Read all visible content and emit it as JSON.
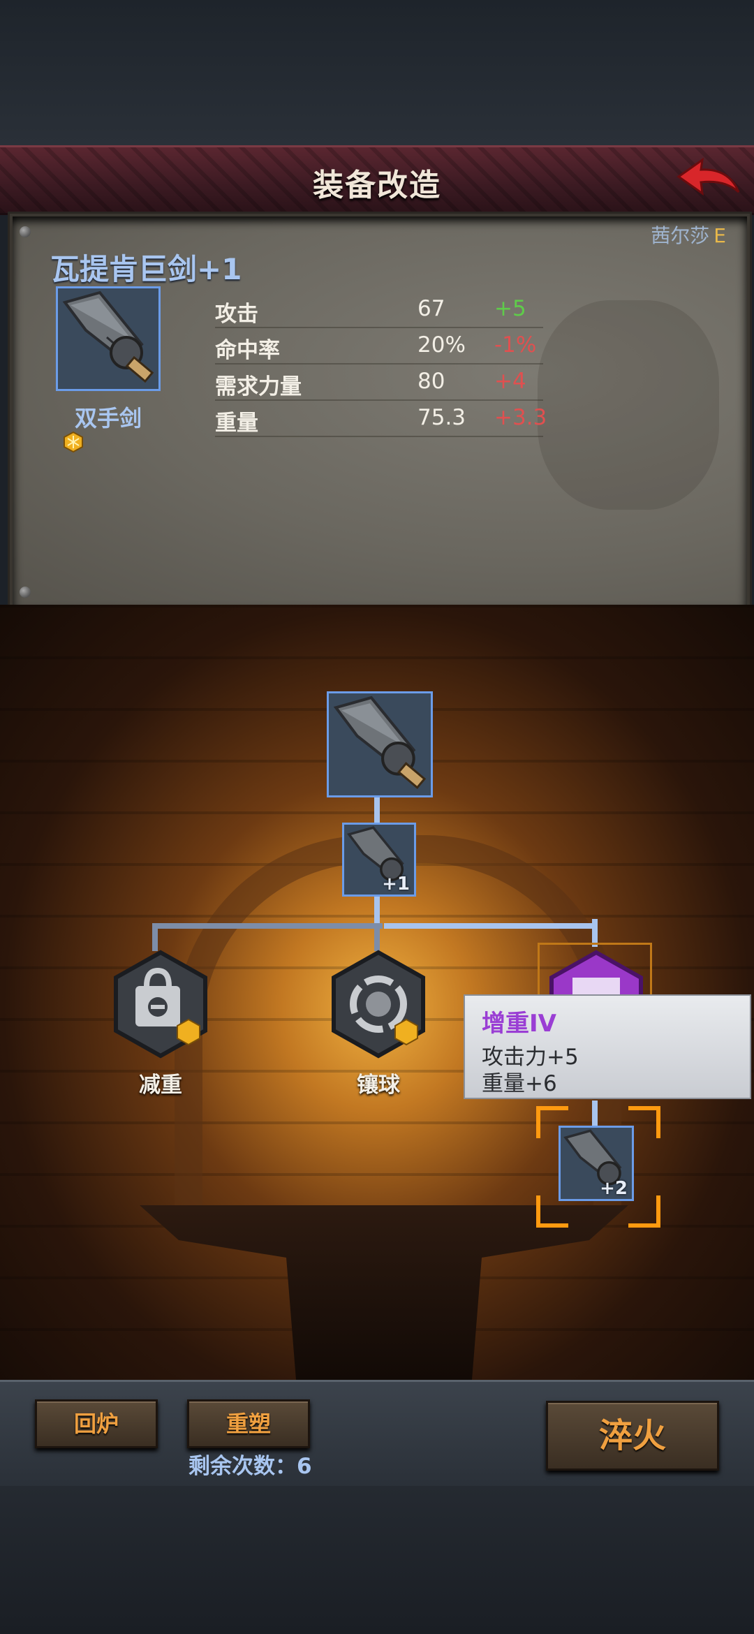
{
  "header": {
    "title": "装备改造",
    "back_icon": "back-arrow-icon"
  },
  "item": {
    "owner": "茜尔莎",
    "owner_grade": "E",
    "name": "瓦提肯巨剑+1",
    "type": "双手剑",
    "stats": [
      {
        "label": "攻击",
        "value": "67",
        "delta": "+5",
        "trend": "positive"
      },
      {
        "label": "命中率",
        "value": "20%",
        "delta": "-1%",
        "trend": "negative"
      },
      {
        "label": "需求力量",
        "value": "80",
        "delta": "+4",
        "trend": "negative"
      },
      {
        "label": "重量",
        "value": "75.3",
        "delta": "+3.3",
        "trend": "negative"
      }
    ]
  },
  "tree": {
    "root_level": "+1",
    "branches": [
      {
        "label": "减重"
      },
      {
        "label": "镶球"
      },
      {
        "label": ""
      }
    ],
    "next_level": "+2"
  },
  "tooltip": {
    "title": "增重IV",
    "lines": [
      "攻击力+5",
      "重量+6"
    ]
  },
  "actions": {
    "recycle": "回炉",
    "reshape": "重塑",
    "remaining": "剩余次数：6",
    "quench": "淬火"
  },
  "colors": {
    "accent_blue": "#6b9ce8",
    "positive": "#5fcc4a",
    "negative": "#e05050",
    "button_text": "#f0a040",
    "tooltip_title": "#9a3ed4"
  }
}
